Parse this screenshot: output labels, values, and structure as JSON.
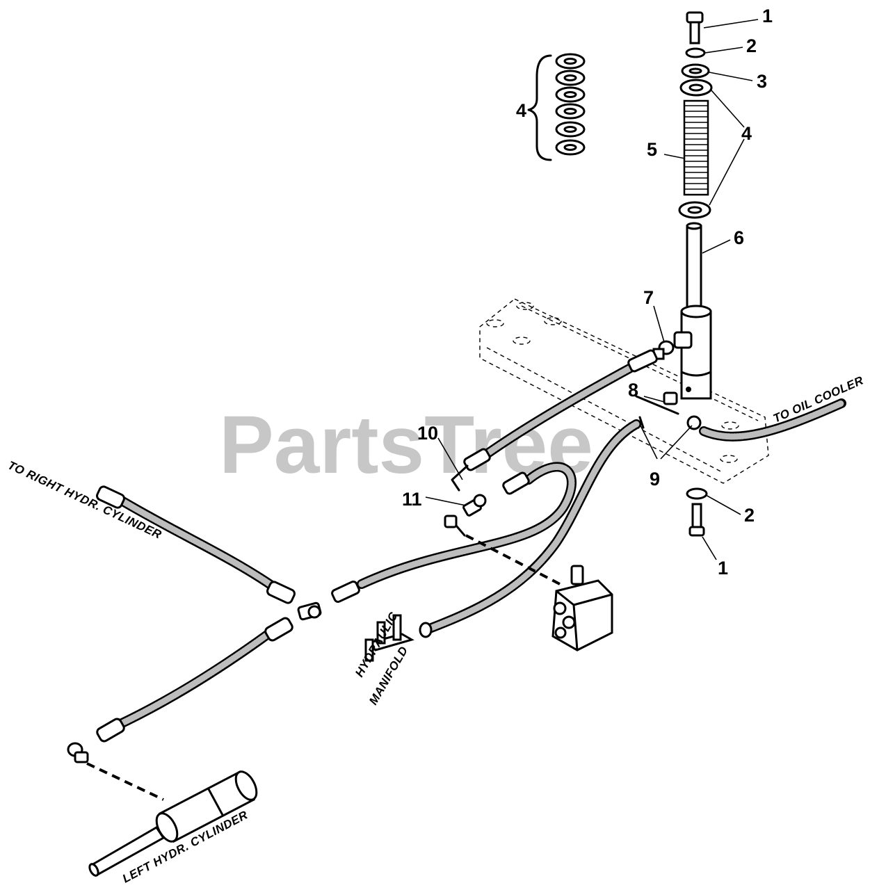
{
  "watermark": "PartsTree",
  "callouts": {
    "c1_top": "1",
    "c2_top": "2",
    "c3": "3",
    "c4_group": "4",
    "c4_right": "4",
    "c5": "5",
    "c6": "6",
    "c7": "7",
    "c8": "8",
    "c9": "9",
    "c10": "10",
    "c11": "11",
    "c2_bottom": "2",
    "c1_bottom": "1"
  },
  "labels": {
    "to_oil_cooler": "TO OIL COOLER",
    "to_right_cylinder": "TO RIGHT HYDR. CYLINDER",
    "left_cylinder": "LEFT HYDR. CYLINDER",
    "manifold_line1": "HYDRAULIC",
    "manifold_line2": "MANIFOLD"
  }
}
